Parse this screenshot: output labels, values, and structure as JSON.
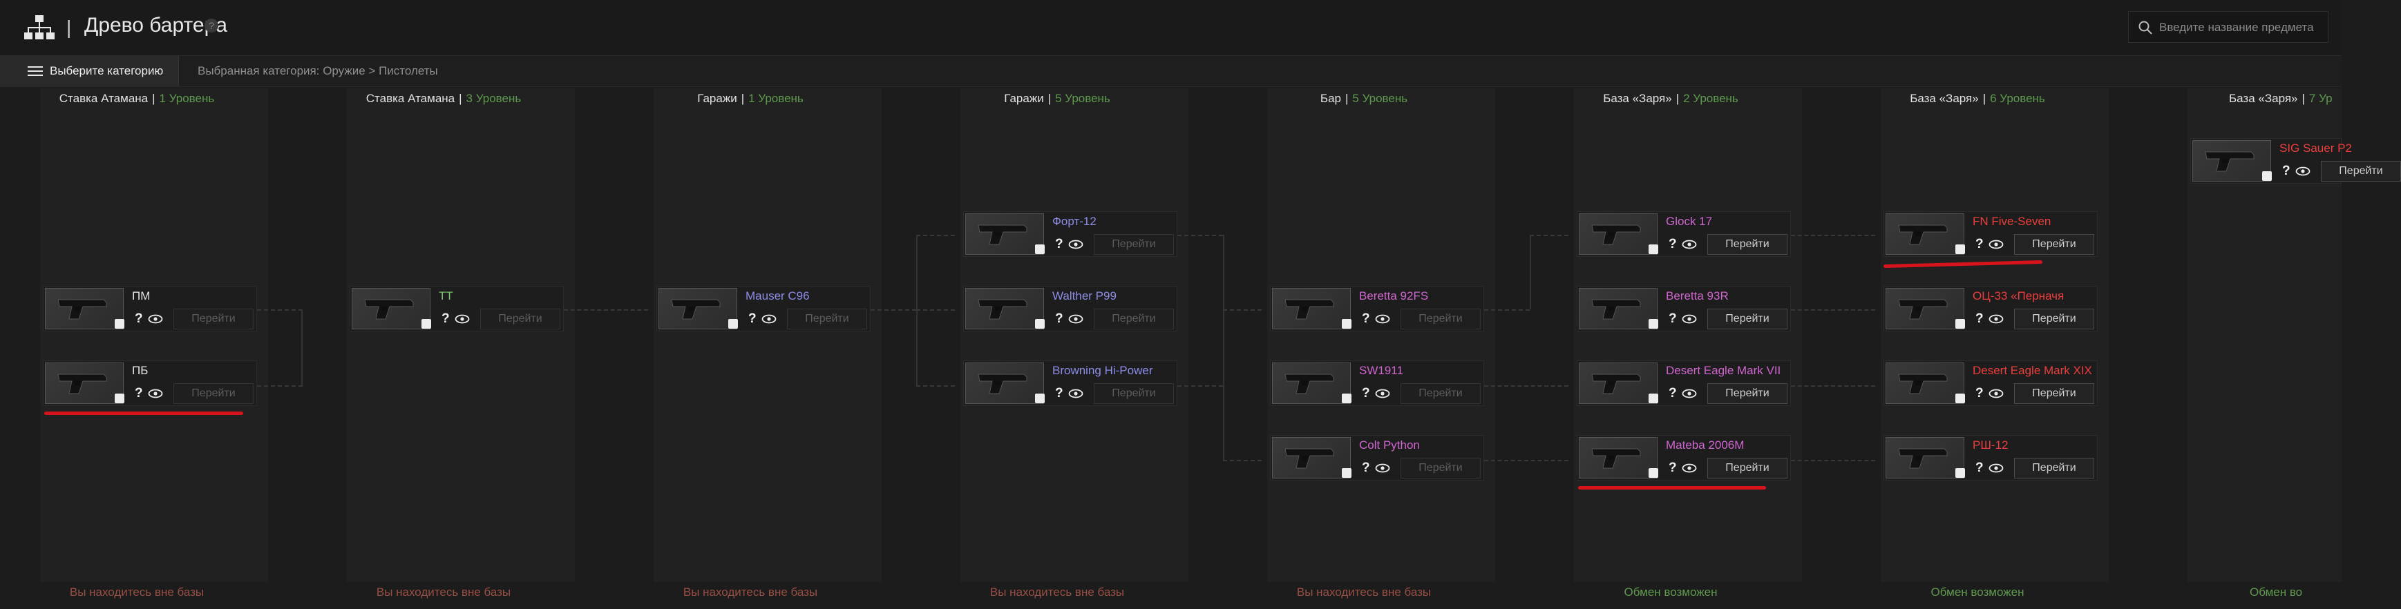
{
  "header": {
    "title": "Древо бартера",
    "separator": "|",
    "help": "?",
    "search_placeholder": "Введите название предмета"
  },
  "category": {
    "button_label": "Выберите категорию",
    "selected": "Выбранная категория: Оружие > Пистолеты"
  },
  "columns": [
    {
      "place": "Ставка Атамана",
      "level": "1 Уровень",
      "status": "Вы находитесь вне базы",
      "status_ok": false
    },
    {
      "place": "Ставка Атамана",
      "level": "3 Уровень",
      "status": "Вы находитесь вне базы",
      "status_ok": false
    },
    {
      "place": "Гаражи",
      "level": "1 Уровень",
      "status": "Вы находитесь вне базы",
      "status_ok": false
    },
    {
      "place": "Гаражи",
      "level": "5 Уровень",
      "status": "Вы находитесь вне базы",
      "status_ok": false
    },
    {
      "place": "Бар",
      "level": "5 Уровень",
      "status": "Вы находитесь вне базы",
      "status_ok": false
    },
    {
      "place": "База «Заря»",
      "level": "2 Уровень",
      "status": "Обмен возможен",
      "status_ok": true
    },
    {
      "place": "База «Заря»",
      "level": "6 Уровень",
      "status": "Обмен возможен",
      "status_ok": true
    },
    {
      "place": "База «Заря»",
      "level": "7 Ур",
      "status": "Обмен во",
      "status_ok": true
    }
  ],
  "button_go": "Перейти",
  "help_mark": "?",
  "items": [
    {
      "name": "ПМ",
      "color": "#e6e6e6",
      "go_enabled": false
    },
    {
      "name": "ПБ",
      "color": "#e6e6e6",
      "go_enabled": false
    },
    {
      "name": "ТТ",
      "color": "#7cc66c",
      "go_enabled": false
    },
    {
      "name": "Mauser C96",
      "color": "#8d8de8",
      "go_enabled": false
    },
    {
      "name": "Форт-12",
      "color": "#8d8de8",
      "go_enabled": false
    },
    {
      "name": "Walther P99",
      "color": "#8d8de8",
      "go_enabled": false
    },
    {
      "name": "Browning Hi-Power",
      "color": "#8d8de8",
      "go_enabled": false
    },
    {
      "name": "Beretta 92FS",
      "color": "#d066d0",
      "go_enabled": false
    },
    {
      "name": "SW1911",
      "color": "#d066d0",
      "go_enabled": false
    },
    {
      "name": "Colt Python",
      "color": "#d066d0",
      "go_enabled": false
    },
    {
      "name": "Glock 17",
      "color": "#d066d0",
      "go_enabled": true
    },
    {
      "name": "Beretta 93R",
      "color": "#d066d0",
      "go_enabled": true
    },
    {
      "name": "Desert Eagle Mark VII",
      "color": "#d066d0",
      "go_enabled": true
    },
    {
      "name": "Mateba 2006M",
      "color": "#d066d0",
      "go_enabled": true
    },
    {
      "name": "FN Five-Seven",
      "color": "#ee3d3d",
      "go_enabled": true
    },
    {
      "name": "ОЦ-33 «Перначя",
      "color": "#ee3d3d",
      "go_enabled": true
    },
    {
      "name": "Desert Eagle Mark XIX",
      "color": "#ee3d3d",
      "go_enabled": true
    },
    {
      "name": "РШ-12",
      "color": "#ee3d3d",
      "go_enabled": true
    },
    {
      "name": "SIG Sauer P2",
      "color": "#ee3d3d",
      "go_enabled": true
    }
  ],
  "colors": {
    "level_green": "#5f9a4f",
    "status_out": "#9a4f45",
    "status_ok": "#5f9a4f",
    "annotation_red": "#d7141c"
  }
}
